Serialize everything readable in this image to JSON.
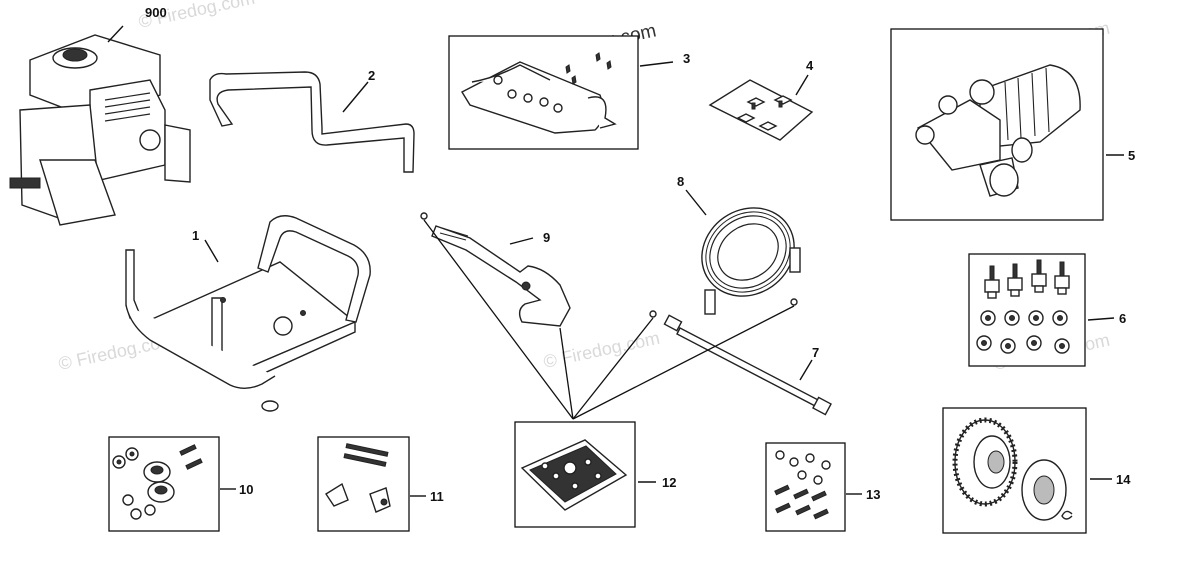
{
  "watermarks": {
    "primary": "© Firedog.com",
    "faint": "© Firedog.com"
  },
  "parts": [
    {
      "id": "engine",
      "label": "900"
    },
    {
      "id": "frame",
      "label": "1"
    },
    {
      "id": "handle",
      "label": "2"
    },
    {
      "id": "bracket-kit",
      "label": "3"
    },
    {
      "id": "hardware-bag",
      "label": "4"
    },
    {
      "id": "pump",
      "label": "5"
    },
    {
      "id": "isolator-kit",
      "label": "6"
    },
    {
      "id": "wand",
      "label": "7"
    },
    {
      "id": "hose",
      "label": "8"
    },
    {
      "id": "gun",
      "label": "9"
    },
    {
      "id": "axle-kit",
      "label": "10"
    },
    {
      "id": "knob-kit",
      "label": "11"
    },
    {
      "id": "plate-kit",
      "label": "12"
    },
    {
      "id": "screw-kit",
      "label": "13"
    },
    {
      "id": "wheel-kit",
      "label": "14"
    }
  ]
}
